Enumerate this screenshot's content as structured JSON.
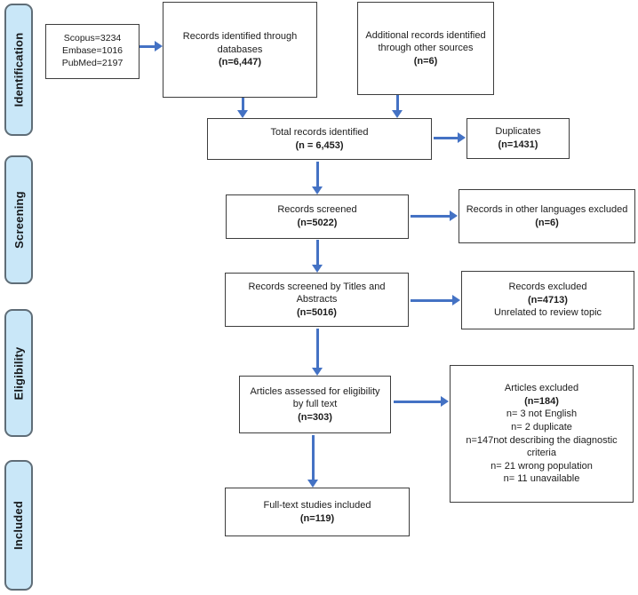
{
  "sidebar": {
    "identification": "Identification",
    "screening": "Screening",
    "eligibility": "Eligibility",
    "included": "Included"
  },
  "colors": {
    "arrow": "#4472C4",
    "tab_fill": "#C9E7F8",
    "tab_border": "#5F6D77",
    "box_border": "#3D3D3D"
  },
  "boxes": {
    "sources": {
      "line1": "Scopus=3234",
      "line2": "Embase=1016",
      "line3": "PubMed=2197"
    },
    "records_identified": {
      "text": "Records identified through databases",
      "n": "(n=6,447)"
    },
    "additional_records": {
      "text": "Additional records identified through other sources",
      "n": "(n=6)"
    },
    "total_records": {
      "text": "Total records identified",
      "n": "(n = 6,453)"
    },
    "duplicates": {
      "text": "Duplicates",
      "n": "(n=1431)"
    },
    "records_screened": {
      "text": "Records screened",
      "n": "(n=5022)"
    },
    "other_languages": {
      "text": "Records in other languages excluded",
      "n": "(n=6)"
    },
    "screened_titles": {
      "text": "Records screened by Titles and Abstracts",
      "n": "(n=5016)"
    },
    "records_excluded": {
      "text": "Records excluded",
      "n": "(n=4713)",
      "note": "Unrelated to review topic"
    },
    "articles_assessed": {
      "text": "Articles assessed for eligibility by full text",
      "n": "(n=303)"
    },
    "articles_excluded": {
      "text": "Articles excluded",
      "n": "(n=184)",
      "detail1": "n= 3 not English",
      "detail2": "n= 2 duplicate",
      "detail3": "n=147not describing the diagnostic criteria",
      "detail4": "n= 21 wrong population",
      "detail5": "n= 11 unavailable"
    },
    "fulltext_included": {
      "text": "Full-text studies included",
      "n": "(n=119)"
    }
  }
}
